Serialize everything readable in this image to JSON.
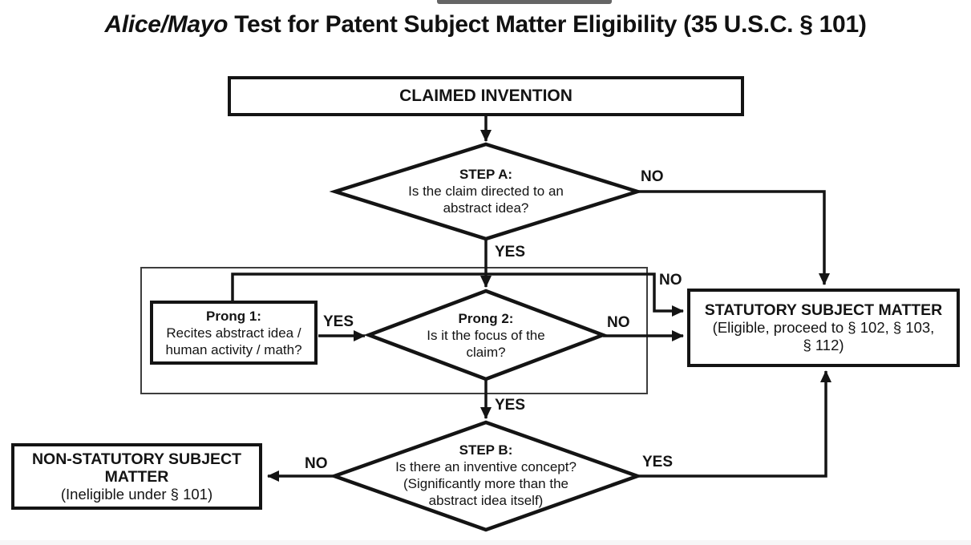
{
  "title": {
    "italic": "Alice/Mayo",
    "rest": " Test for Patent Subject Matter Eligibility (35 U.S.C. § 101)"
  },
  "nodes": {
    "claimed_invention": {
      "label": "CLAIMED INVENTION"
    },
    "step_a": {
      "heading": "STEP A:",
      "body": "Is the claim directed to an\nabstract idea?"
    },
    "prong_1": {
      "heading": "Prong 1:",
      "body": "Recites abstract idea /\nhuman activity / math?"
    },
    "prong_2": {
      "heading": "Prong 2:",
      "body": "Is it the focus of the\nclaim?"
    },
    "step_b": {
      "heading": "STEP B:",
      "body": "Is there an inventive concept?\n(Significantly more than the\nabstract idea itself)"
    },
    "statutory": {
      "heading": "STATUTORY SUBJECT MATTER",
      "body": "(Eligible, proceed to § 102, § 103,\n§ 112)"
    },
    "non_statutory": {
      "heading": "NON-STATUTORY SUBJECT\nMATTER",
      "body": "(Ineligible under § 101)"
    }
  },
  "edge_labels": {
    "step_a_no": "NO",
    "step_a_yes": "YES",
    "prong_1_no": "NO",
    "prong_1_yes": "YES",
    "prong_2_no": "NO",
    "prong_2_yes": "YES",
    "step_b_no": "NO",
    "step_b_yes": "YES"
  },
  "colors": {
    "line": "#141414",
    "background": "#ffffff",
    "group_border": "#3d3d3d"
  }
}
